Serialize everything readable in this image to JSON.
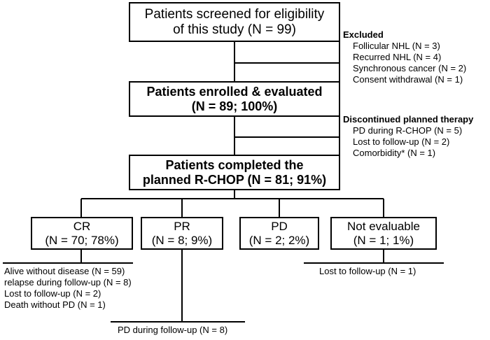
{
  "boxes": {
    "screened": {
      "line1": "Patients screened for eligibility",
      "line2": "of this study (N = 99)"
    },
    "enrolled": {
      "line1": "Patients enrolled & evaluated",
      "line2": "(N = 89; 100%)"
    },
    "completed": {
      "line1": "Patients completed the",
      "line2": "planned R-CHOP (N = 81; 91%)"
    },
    "cr": {
      "line1": "CR",
      "line2": "(N = 70; 78%)"
    },
    "pr": {
      "line1": "PR",
      "line2": "(N = 8; 9%)"
    },
    "pd": {
      "line1": "PD",
      "line2": "(N = 2; 2%)"
    },
    "not_evaluable": {
      "line1": "Not evaluable",
      "line2": "(N = 1; 1%)"
    }
  },
  "excluded": {
    "heading": "Excluded",
    "items": [
      "Follicular NHL (N = 3)",
      "Recurred NHL (N = 4)",
      "Synchronous cancer (N = 2)",
      "Consent withdrawal (N = 1)"
    ]
  },
  "discontinued": {
    "heading": "Discontinued planned therapy",
    "items": [
      "PD during R-CHOP (N = 5)",
      "Lost to follow-up (N = 2)",
      "Comorbidity* (N = 1)"
    ]
  },
  "cr_outcomes": [
    "Alive without disease (N = 59)",
    "relapse during follow-up (N = 8)",
    "Lost to follow-up (N = 2)",
    "Death without PD (N = 1)"
  ],
  "pr_outcome": "PD during follow-up (N = 8)",
  "ne_outcome": "Lost to follow-up (N = 1)"
}
